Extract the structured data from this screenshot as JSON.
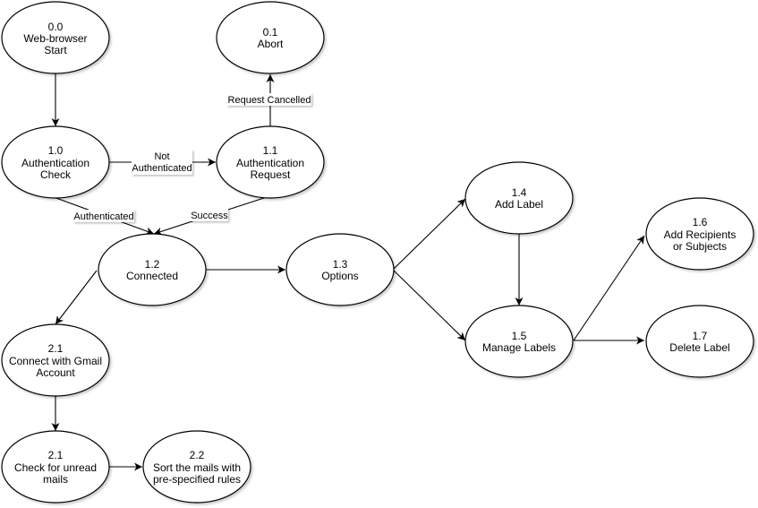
{
  "nodes": {
    "n00": {
      "id": "0.0",
      "lines": [
        "Web-browser",
        "Start"
      ]
    },
    "n01": {
      "id": "0.1",
      "lines": [
        "Abort"
      ]
    },
    "n10": {
      "id": "1.0",
      "lines": [
        "Authentication",
        "Check"
      ]
    },
    "n11": {
      "id": "1.1",
      "lines": [
        "Authentication",
        "Request"
      ]
    },
    "n12": {
      "id": "1.2",
      "lines": [
        "Connected"
      ]
    },
    "n13": {
      "id": "1.3",
      "lines": [
        "Options"
      ]
    },
    "n14": {
      "id": "1.4",
      "lines": [
        "Add Label"
      ]
    },
    "n15": {
      "id": "1.5",
      "lines": [
        "Manage Labels"
      ]
    },
    "n16": {
      "id": "1.6",
      "lines": [
        "Add Recipients",
        "or Subjects"
      ]
    },
    "n17": {
      "id": "1.7",
      "lines": [
        "Delete Label"
      ]
    },
    "n21a": {
      "id": "2.1",
      "lines": [
        "Connect with Gmail",
        "Account"
      ]
    },
    "n21b": {
      "id": "2.1",
      "lines": [
        "Check for unread",
        "mails"
      ]
    },
    "n22": {
      "id": "2.2",
      "lines": [
        "Sort the mails with",
        "pre-specified rules"
      ]
    }
  },
  "edge_labels": {
    "request_cancelled": "Request Cancelled",
    "not_authenticated": [
      "Not",
      "Authenticated"
    ],
    "authenticated": "Authenticated",
    "success": "Success"
  }
}
